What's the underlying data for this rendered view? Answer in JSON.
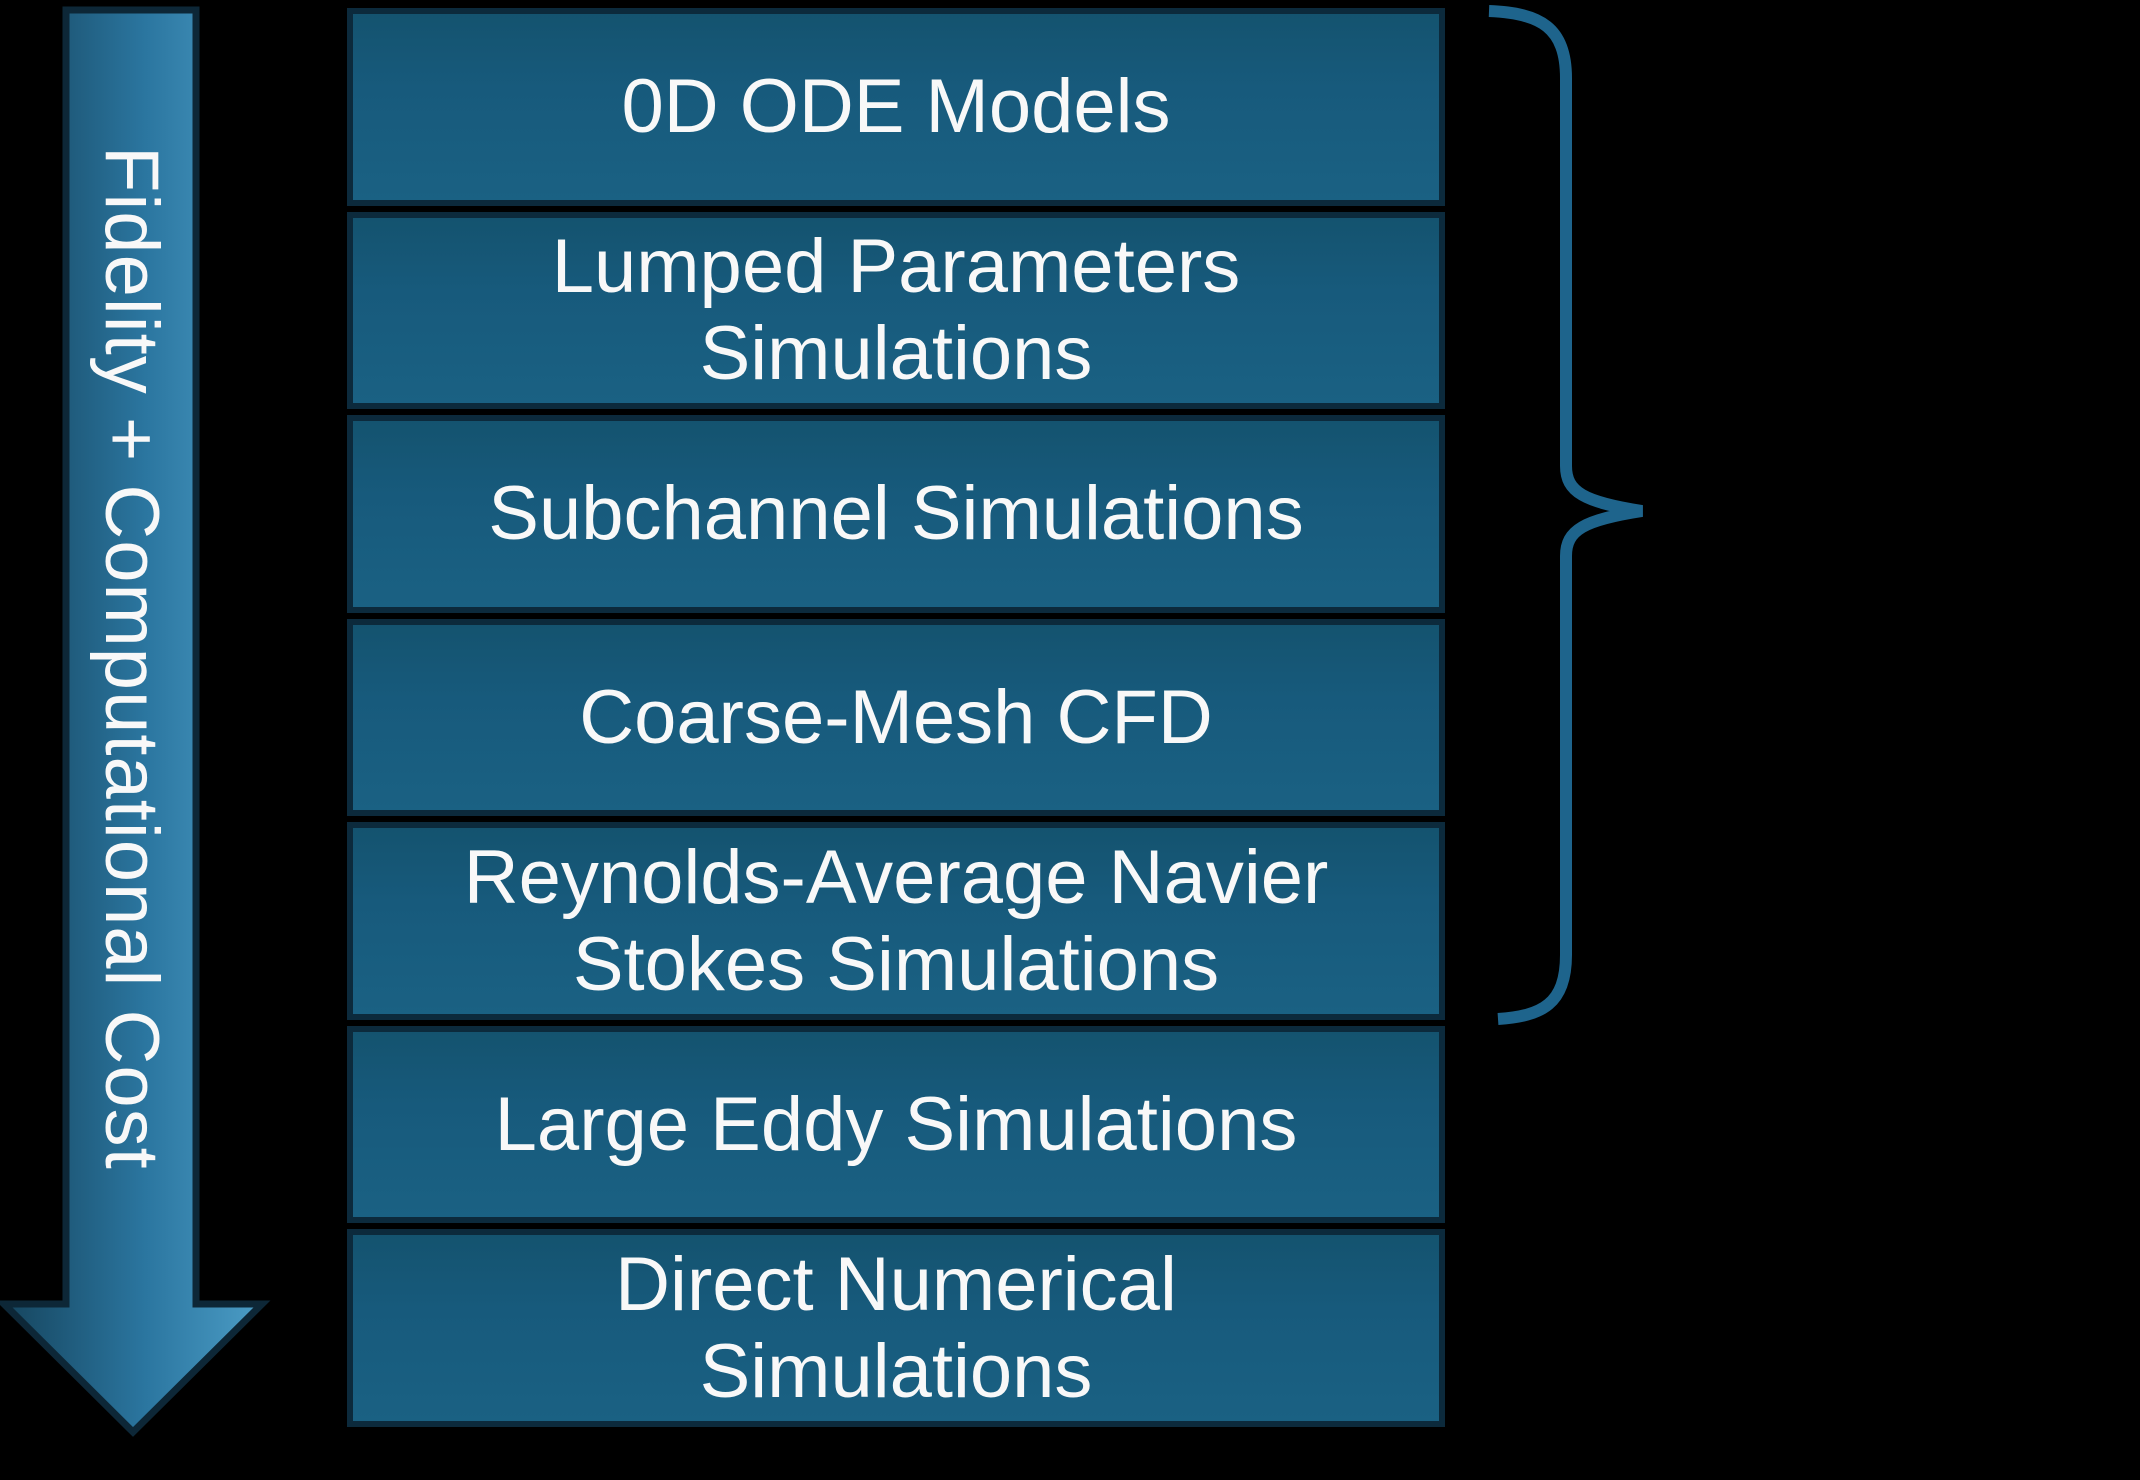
{
  "arrow": {
    "label": "Fidelity + Computational Cost",
    "direction": "down",
    "gradient_left": "#16455E",
    "gradient_right": "#4C9DC6",
    "border_color": "#0D2737"
  },
  "stack": {
    "boxes": [
      {
        "label": "0D ODE Models"
      },
      {
        "label": "Lumped Parameters\nSimulations"
      },
      {
        "label": "Subchannel Simulations"
      },
      {
        "label": "Coarse-Mesh CFD"
      },
      {
        "label": "Reynolds-Average Navier\nStokes Simulations"
      },
      {
        "label": "Large Eddy Simulations"
      },
      {
        "label": "Direct Numerical\nSimulations"
      }
    ],
    "box_fill": "#175A7E",
    "box_border": "#0C2A3C",
    "text_color": "#F8F8F8"
  },
  "right_brace": {
    "groups": "boxes 1-5 (0D ODE Models through Reynolds-Average Navier Stokes Simulations)",
    "color": "#1E648C"
  },
  "background_color": "#000000"
}
